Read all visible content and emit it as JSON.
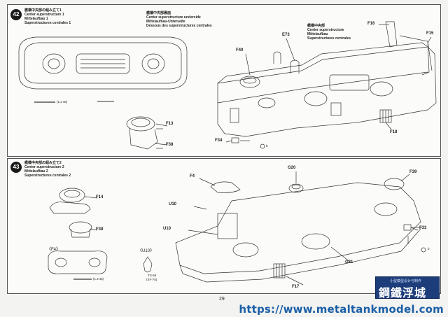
{
  "page": {
    "page_number": "29"
  },
  "watermark": {
    "url": "https://www.metaltankmodel.com",
    "logo_text": "鋼鐵浮城",
    "logo_sub": "小型模型设计与制作"
  },
  "step42": {
    "number": "42",
    "titles": [
      {
        "jp": "艦橋中央部の組み立て1",
        "lines": [
          "Center superstructure 1",
          "Mittelaufbau 1",
          "Superstructures centrales 1"
        ]
      },
      {
        "jp": "艦橋中央部裏面",
        "lines": [
          "Center superstructure underside",
          "Mittelaufbau-Unterseite",
          "Dessous des superstructures centrales"
        ]
      },
      {
        "jp": "艦橋中央部",
        "lines": [
          "Center superstructure",
          "Mittelaufbau",
          "Superstructures centrales"
        ]
      }
    ],
    "labels": [
      "F13",
      "F38",
      "F40",
      "E73",
      "F16",
      "F15",
      "F18",
      "F34"
    ],
    "wire_note": "(1.2 ㎜)",
    "screw_note": "b"
  },
  "step43": {
    "number": "43",
    "title": {
      "jp": "艦橋中央部の組み立て2",
      "lines": [
        "Center superstructure 2",
        "Mittelaufbau 2",
        "Superstructures centrales 2"
      ]
    },
    "labels": [
      "F14",
      "F38",
      "F4",
      "U10",
      "U10",
      "G20",
      "F39",
      "F33",
      "G21",
      "F17"
    ],
    "callouts": [
      "《F4》",
      "《U10》"
    ],
    "wire_note": "(1.2 ㎜)",
    "ts_note": [
      "TS-56",
      "(XF-75)"
    ],
    "screw_note": "b"
  }
}
